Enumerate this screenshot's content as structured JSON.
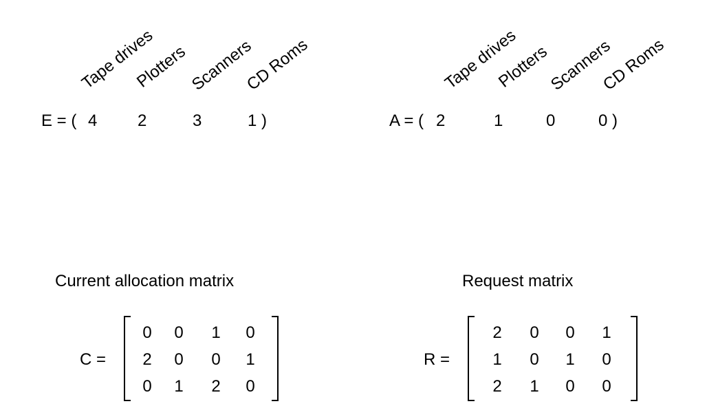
{
  "resources": [
    "Tape drives",
    "Plotters",
    "Scanners",
    "CD Roms"
  ],
  "existing_vector": {
    "prefix": "E = (",
    "values": [
      "4",
      "2",
      "3",
      "1"
    ],
    "suffix": ")"
  },
  "available_vector": {
    "prefix": "A = (",
    "values": [
      "2",
      "1",
      "0",
      "0"
    ],
    "suffix": ")"
  },
  "current_allocation": {
    "title": "Current allocation matrix",
    "label": "C =",
    "rows": [
      [
        "0",
        "0",
        "1",
        "0"
      ],
      [
        "2",
        "0",
        "0",
        "1"
      ],
      [
        "0",
        "1",
        "2",
        "0"
      ]
    ]
  },
  "request": {
    "title": "Request matrix",
    "label": "R =",
    "rows": [
      [
        "2",
        "0",
        "0",
        "1"
      ],
      [
        "1",
        "0",
        "1",
        "0"
      ],
      [
        "2",
        "1",
        "0",
        "0"
      ]
    ]
  }
}
